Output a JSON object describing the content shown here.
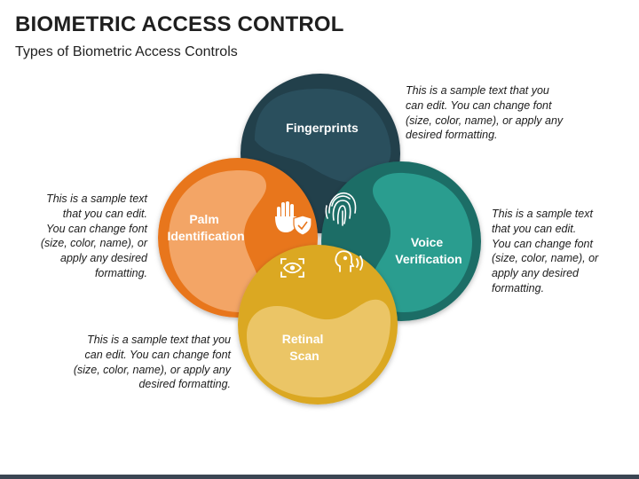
{
  "header": {
    "title": "BIOMETRIC ACCESS CONTROL",
    "subtitle": "Types of Biometric Access Controls"
  },
  "segments": [
    {
      "key": "fingerprints",
      "label_lines": [
        "Fingerprints"
      ],
      "icon": "fingerprint-icon",
      "color_dark": "#223f4c",
      "color_light": "#2b4f5d"
    },
    {
      "key": "palm",
      "label_lines": [
        "Palm",
        "Identification"
      ],
      "icon": "hand-shield-icon",
      "color_dark": "#e8761c",
      "color_light": "#f3a566"
    },
    {
      "key": "voice",
      "label_lines": [
        "Voice",
        "Verification"
      ],
      "icon": "voice-head-icon",
      "color_dark": "#1d6d66",
      "color_light": "#2a9d8f"
    },
    {
      "key": "retinal",
      "label_lines": [
        "Retinal",
        "Scan"
      ],
      "icon": "eye-scan-icon",
      "color_dark": "#dba823",
      "color_light": "#ebc566"
    }
  ],
  "descriptions": {
    "fingerprints": [
      "This is a sample text that you",
      "can edit. You can change font",
      "(size, color, name), or apply any",
      "desired formatting."
    ],
    "palm": [
      "This is a sample text",
      "that you can edit.",
      "You can change font",
      "(size, color, name), or",
      "apply any desired",
      "formatting."
    ],
    "voice": [
      "This is a sample text",
      "that you can edit.",
      "You can change font",
      "(size, color, name), or",
      "apply any desired",
      "formatting."
    ],
    "retinal": [
      "This is a sample text that you",
      "can edit. You can change font",
      "(size, color, name), or apply any",
      "desired formatting."
    ]
  }
}
